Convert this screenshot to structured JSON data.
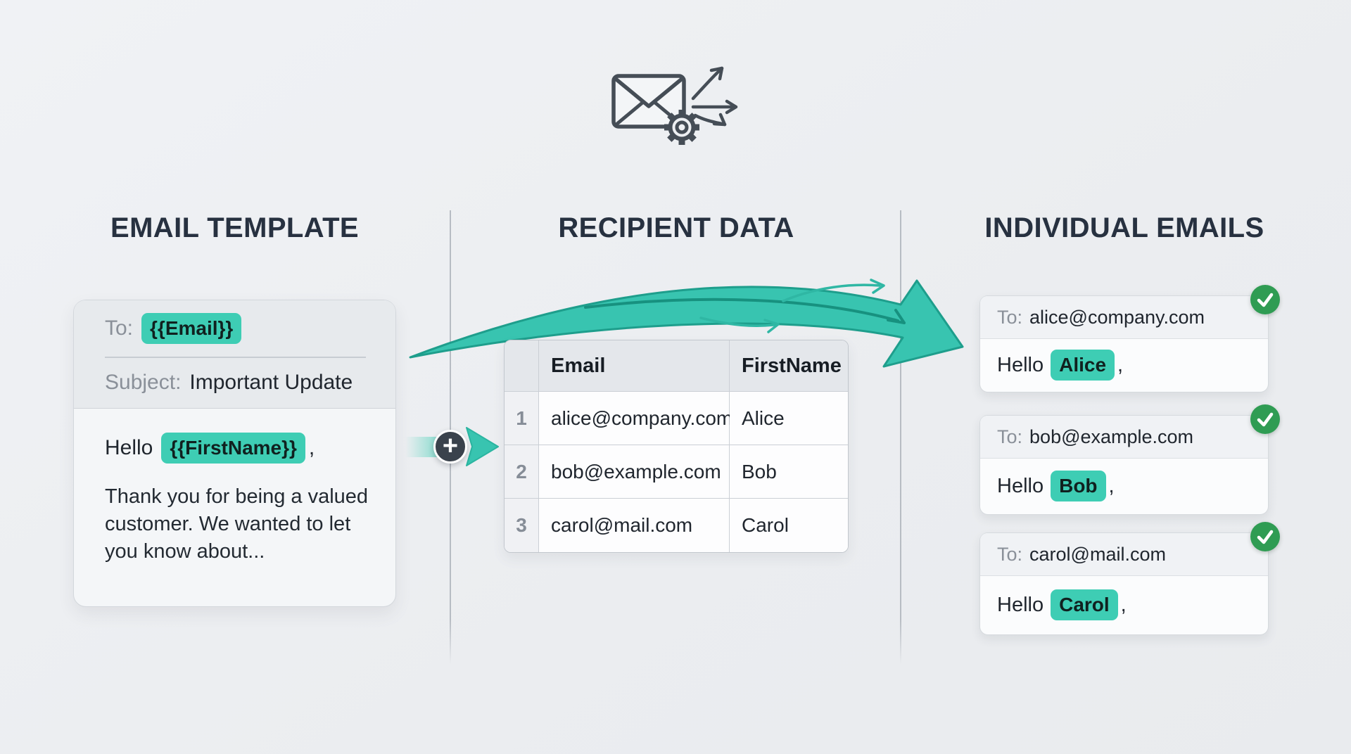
{
  "colors": {
    "background": "#EDEFF2",
    "heading_text": "#273140",
    "accent_teal": "#3ECDB4",
    "arrow_teal": "#38C4B0",
    "arrow_outline": "#1E9E8C",
    "success_green": "#2F9C53",
    "icon_gray": "#454D56"
  },
  "icons": {
    "top": "envelope-gear-fanout-icon",
    "merge": "plus-icon",
    "status": "check-icon"
  },
  "template_section": {
    "heading": "EMAIL TEMPLATE",
    "card": {
      "to_label": "To:",
      "to_placeholder": "{{Email}}",
      "subject_label": "Subject:",
      "subject_value": "Important Update",
      "greeting_prefix": "Hello",
      "greeting_placeholder": "{{FirstName}}",
      "greeting_suffix": ",",
      "body_text": "Thank you for being a valued customer. We wanted to let you know about..."
    }
  },
  "recipient_section": {
    "heading": "RECIPIENT DATA",
    "table": {
      "headers": [
        "Email",
        "FirstName"
      ],
      "rows": [
        {
          "num": "1",
          "email": "alice@company.com",
          "firstName": "Alice"
        },
        {
          "num": "2",
          "email": "bob@example.com",
          "firstName": "Bob"
        },
        {
          "num": "3",
          "email": "carol@mail.com",
          "firstName": "Carol"
        }
      ]
    }
  },
  "emails_section": {
    "heading": "INDIVIDUAL EMAILS",
    "cards": [
      {
        "to_label": "To:",
        "to_value": "alice@company.com",
        "greeting_prefix": "Hello",
        "name": "Alice",
        "greeting_suffix": ","
      },
      {
        "to_label": "To:",
        "to_value": "bob@example.com",
        "greeting_prefix": "Hello",
        "name": "Bob",
        "greeting_suffix": ","
      },
      {
        "to_label": "To:",
        "to_value": "carol@mail.com",
        "greeting_prefix": "Hello",
        "name": "Carol",
        "greeting_suffix": ","
      }
    ]
  }
}
